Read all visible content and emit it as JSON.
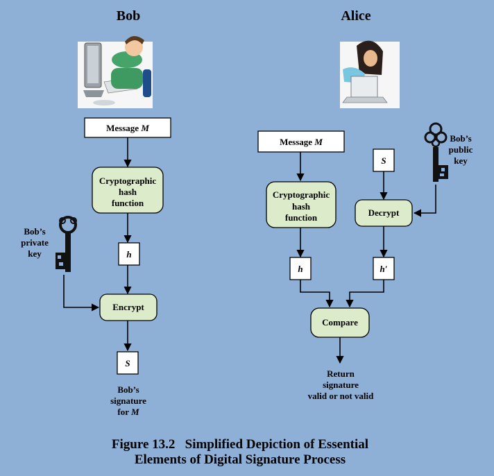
{
  "headings": {
    "bob": "Bob",
    "alice": "Alice"
  },
  "bob": {
    "message_prefix": "Message",
    "message_var": "M",
    "hash_lines": [
      "Cryptographic",
      "hash",
      "function"
    ],
    "h_label": "h",
    "encrypt_label": "Encrypt",
    "s_label": "S",
    "key_label_lines": [
      "Bob’s",
      "private",
      "key"
    ],
    "signature_lines": [
      "Bob’s",
      "signature"
    ],
    "signature_for": "for",
    "signature_var": "M"
  },
  "alice": {
    "message_prefix": "Message",
    "message_var": "M",
    "hash_lines": [
      "Cryptographic",
      "hash",
      "function"
    ],
    "h_label": "h",
    "s_label": "S",
    "decrypt_label": "Decrypt",
    "h_prime_label": "h′",
    "compare_label": "Compare",
    "key_label_lines": [
      "Bob’s",
      "public",
      "key"
    ],
    "return_lines": [
      "Return",
      "signature",
      "valid or not valid"
    ]
  },
  "caption": {
    "line1": "Figure 13.2   Simplified Depiction of Essential",
    "line2": "Elements of Digital Signature Process"
  },
  "colors": {
    "background": "#8fb0d6",
    "process_fill": "#dcebc9",
    "box_fill": "#ffffff",
    "stroke": "#000000"
  }
}
